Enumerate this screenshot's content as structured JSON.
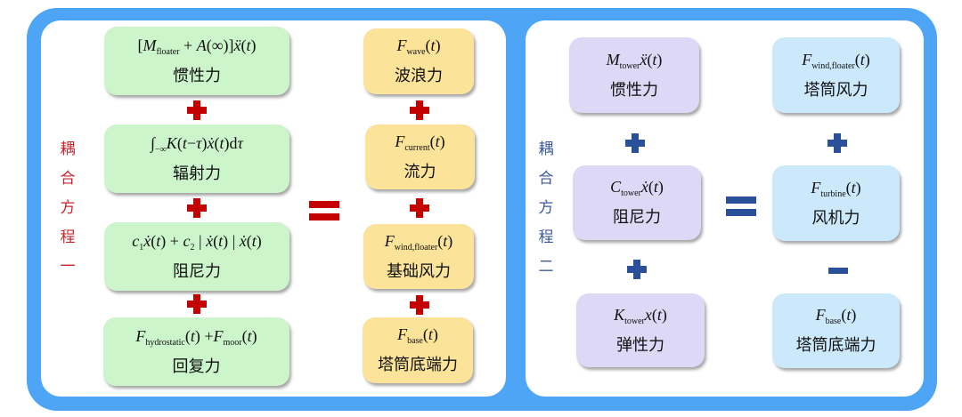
{
  "colors": {
    "frame": "#4ea5f6",
    "equation1_accent": "#c40000",
    "equation2_accent": "#2a5099",
    "inertia_box_eq1": "#ccf5cc",
    "load_box_eq1": "#fce39a",
    "tower_box_eq2": "#dcd8f5",
    "load_box_eq2": "#cbe9fb"
  },
  "equation1": {
    "label_chars": [
      "耦",
      "合",
      "方",
      "程",
      "一"
    ],
    "lhs": [
      {
        "formula": "[M_floater + A(∞)]ẍ(t)",
        "name": "惯性力"
      },
      {
        "formula": "∫_−∞ K(t−τ)ẋ(t)dτ",
        "name": "辐射力"
      },
      {
        "formula": "c₁ẋ(t) + c₂ | ẋ(t) | ẋ(t)",
        "name": "阻尼力"
      },
      {
        "formula": "F_hydrostatic(t) + F_moor(t)",
        "name": "回复力"
      }
    ],
    "lhs_operators": [
      "+",
      "+",
      "+"
    ],
    "equals": "=",
    "rhs": [
      {
        "formula": "F_wave(t)",
        "name": "波浪力"
      },
      {
        "formula": "F_current(t)",
        "name": "流力"
      },
      {
        "formula": "F_wind,floater(t)",
        "name": "基础风力"
      },
      {
        "formula": "F_base(t)",
        "name": "塔筒底端力"
      }
    ],
    "rhs_operators": [
      "+",
      "+",
      "+"
    ]
  },
  "equation2": {
    "label_chars": [
      "耦",
      "合",
      "方",
      "程",
      "二"
    ],
    "lhs": [
      {
        "formula": "M_tower ẍ(t)",
        "name": "惯性力"
      },
      {
        "formula": "C_tower ẋ(t)",
        "name": "阻尼力"
      },
      {
        "formula": "K_tower x(t)",
        "name": "弹性力"
      }
    ],
    "lhs_operators": [
      "+",
      "+"
    ],
    "equals": "=",
    "rhs": [
      {
        "formula": "F_wind,floater(t)",
        "name": "塔筒风力"
      },
      {
        "formula": "F_turbine(t)",
        "name": "风机力"
      },
      {
        "formula": "F_base(t)",
        "name": "塔筒底端力"
      }
    ],
    "rhs_operators": [
      "+",
      "−"
    ]
  }
}
